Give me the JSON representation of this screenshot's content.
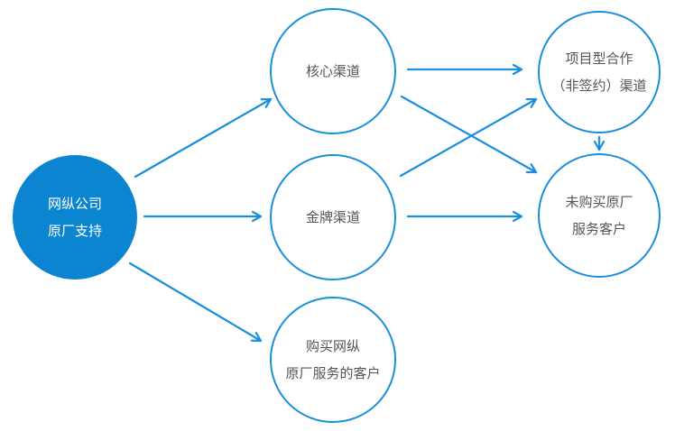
{
  "colors": {
    "accent": "#1b8fdb",
    "source_fill": "#0c85d1",
    "text": "#555555",
    "source_text": "#ffffff"
  },
  "nodes": {
    "source": {
      "line1": "网纵公司",
      "line2": "原厂支持"
    },
    "core_channel": {
      "line1": "核心渠道"
    },
    "gold_channel": {
      "line1": "金牌渠道"
    },
    "bought_customer": {
      "line1": "购买网纵",
      "line2": "原厂服务的客户"
    },
    "project_channel": {
      "line1": "项目型合作",
      "line2": "（非签约）渠道"
    },
    "unbought_customer": {
      "line1": "未购买原厂",
      "line2": "服务客户"
    }
  },
  "edges": [
    {
      "from": "source",
      "to": "core_channel"
    },
    {
      "from": "source",
      "to": "gold_channel"
    },
    {
      "from": "source",
      "to": "bought_customer"
    },
    {
      "from": "core_channel",
      "to": "project_channel"
    },
    {
      "from": "core_channel",
      "to": "unbought_customer"
    },
    {
      "from": "gold_channel",
      "to": "project_channel"
    },
    {
      "from": "gold_channel",
      "to": "unbought_customer"
    },
    {
      "from": "project_channel",
      "to": "unbought_customer"
    }
  ]
}
